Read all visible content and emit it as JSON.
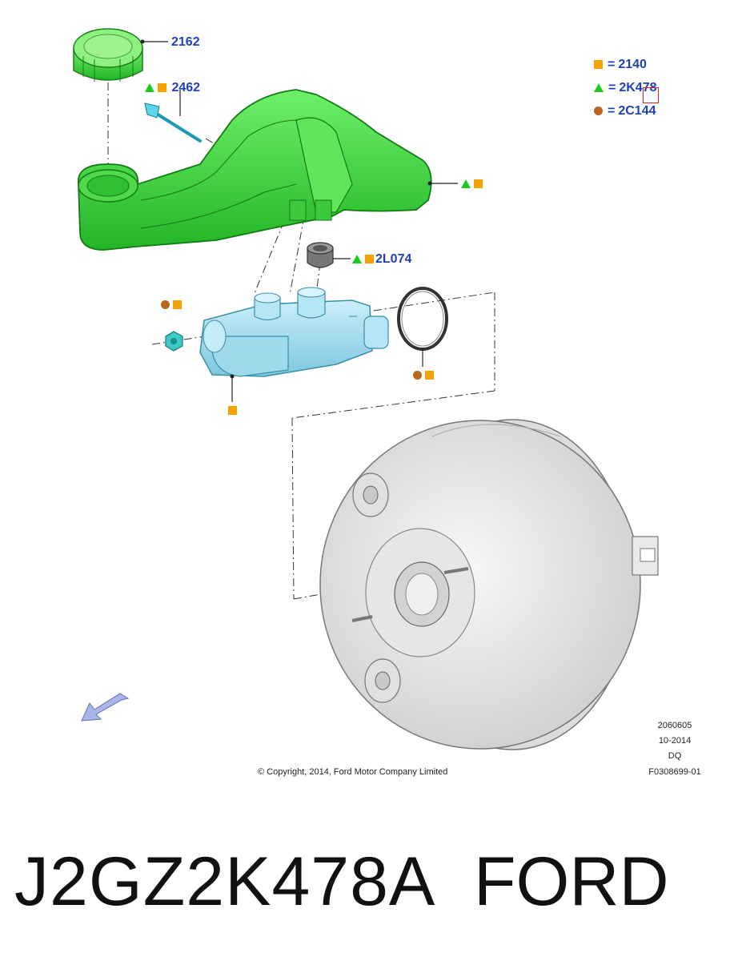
{
  "callouts": {
    "cap": "2162",
    "sensor": "2462",
    "grommet": "2L074"
  },
  "legend": [
    {
      "symbol": "square",
      "code": "2140"
    },
    {
      "symbol": "triangle",
      "code": "2K478"
    },
    {
      "symbol": "circle",
      "code": "2C144"
    }
  ],
  "legend_eq": "=",
  "meta": {
    "illustration_no": "2060605",
    "date": "10-2014",
    "author": "DQ",
    "figure_id": "F0308699-01",
    "copyright": "© Copyright, 2014, Ford Motor Company Limited"
  },
  "footer": {
    "part_number": "J2GZ2K478A",
    "brand": "FORD"
  },
  "colors": {
    "reservoir": "#39e03a",
    "master_cylinder": "#a6def0",
    "booster": "#ececec",
    "callout_text": "#1f3fbf",
    "square": "#f5a300",
    "triangle": "#19cc19",
    "circle": "#b5651d"
  }
}
